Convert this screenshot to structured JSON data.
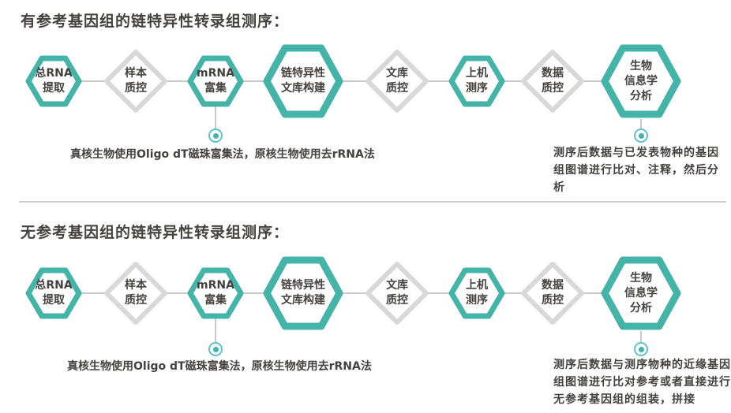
{
  "theme": {
    "accent": "#44b3a8",
    "shape-gray": "#d8d8d8",
    "connector": "#c9c9c9",
    "divider": "#cccccc",
    "dot-ring": "#5ec2ce",
    "text": "#454140"
  },
  "flows": [
    {
      "title": "有参考基因组的链特异性转录组测序：",
      "steps": [
        {
          "label": "总RNA\n提取",
          "shape": "hexagon"
        },
        {
          "label": "样本\n质控",
          "shape": "diamond"
        },
        {
          "label": "mRNA\n富集",
          "shape": "hexagon"
        },
        {
          "label": "链特异性\n文库构建",
          "shape": "hexagon-large"
        },
        {
          "label": "文库\n质控",
          "shape": "diamond"
        },
        {
          "label": "上机\n测序",
          "shape": "hexagon"
        },
        {
          "label": "数据\n质控",
          "shape": "diamond"
        },
        {
          "label": "生物\n信息学\n分析",
          "shape": "hexagon-large"
        }
      ],
      "annotations": [
        {
          "text": "真核生物使用Oligo dT磁珠富集法，原核生物使用去rRNA法"
        },
        {
          "text": "测序后数据与已发表物种的基因\n组图谱进行比对、注释，然后分析"
        }
      ]
    },
    {
      "title": "无参考基因组的链特异性转录组测序：",
      "steps": [
        {
          "label": "总RNA\n提取",
          "shape": "hexagon"
        },
        {
          "label": "样本\n质控",
          "shape": "diamond"
        },
        {
          "label": "mRNA\n富集",
          "shape": "hexagon"
        },
        {
          "label": "链特异性\n文库构建",
          "shape": "hexagon-large"
        },
        {
          "label": "文库\n质控",
          "shape": "diamond"
        },
        {
          "label": "上机\n测序",
          "shape": "hexagon"
        },
        {
          "label": "数据\n质控",
          "shape": "diamond"
        },
        {
          "label": "生物\n信息学\n分析",
          "shape": "hexagon-large"
        }
      ],
      "annotations": [
        {
          "text": "真核生物使用Oligo dT磁珠富集法，原核生物使用去rRNA法"
        },
        {
          "text": "测序后数据与测序物种的近缘基因\n组图谱进行比对参考或者直接进行\n无参考基因组的组装，拼接"
        }
      ]
    }
  ]
}
